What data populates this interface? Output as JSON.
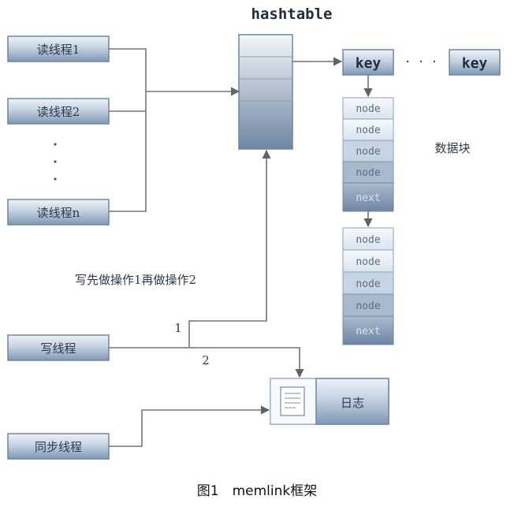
{
  "diagram": {
    "hashtable_label": "hashtable",
    "key_label": "key",
    "ellipsis": "· · ·",
    "node_label": "node",
    "next_label": "next",
    "data_block_label": "数据块",
    "readers": [
      "读线程1",
      "读线程2",
      "读线程n"
    ],
    "reader_ellipsis": "·\n·\n·",
    "writer_label": "写线程",
    "sync_label": "同步线程",
    "log_label": "日志",
    "write_note": "写先做操作1再做操作2",
    "path_1": "1",
    "path_2": "2",
    "caption": "图1　memlink框架"
  },
  "colors": {
    "box_top": "#dfe8f2",
    "box_bottom": "#7f98b4",
    "line": "#707478"
  },
  "icons": [
    "document-icon"
  ]
}
